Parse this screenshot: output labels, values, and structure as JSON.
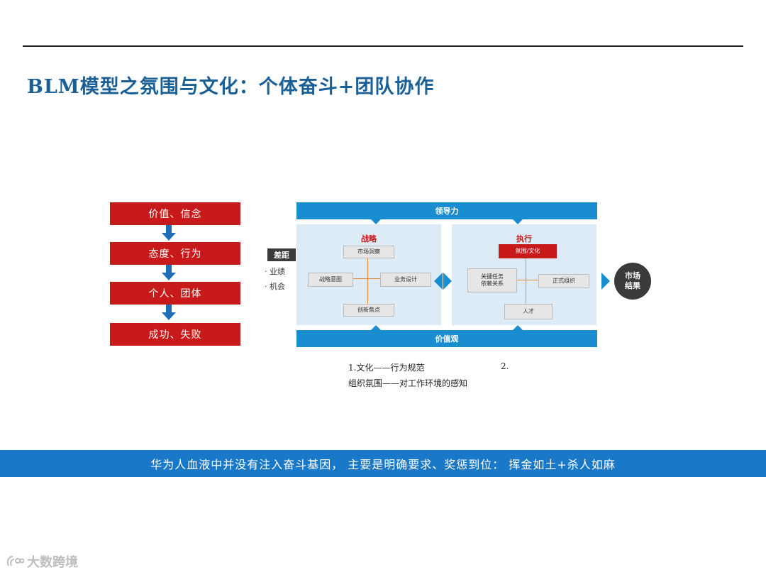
{
  "title": "BLM模型之氛围与文化：个体奋斗+团队协作",
  "flow": [
    "价值、信念",
    "态度、行为",
    "个人、团体",
    "成功、失败"
  ],
  "blm": {
    "leadership": "领导力",
    "values": "价值观",
    "gap": {
      "label": "差距",
      "items": [
        "· 业绩",
        "· 机会"
      ]
    },
    "strategy": {
      "title": "战略",
      "nodes": [
        "市场洞察",
        "战略意图",
        "业务设计",
        "创新焦点"
      ]
    },
    "execution": {
      "title": "执行",
      "nodes": [
        "氛围/文化",
        "关键任务\n依赖关系",
        "正式组织",
        "人才"
      ]
    },
    "result": "市场\n结果"
  },
  "notes": {
    "line1": "1.文化——行为规范",
    "num2": "2.",
    "line2": "组织氛围——对工作环境的感知"
  },
  "banner": "华为人血液中并没有注入奋斗基因，  主要是明确要求、奖惩到位：  挥金如土+杀人如麻",
  "watermark": "大数跨境",
  "colors": {
    "red": "#c81a1a",
    "blue": "#1a78c8",
    "title_blue": "#1a5f96"
  }
}
